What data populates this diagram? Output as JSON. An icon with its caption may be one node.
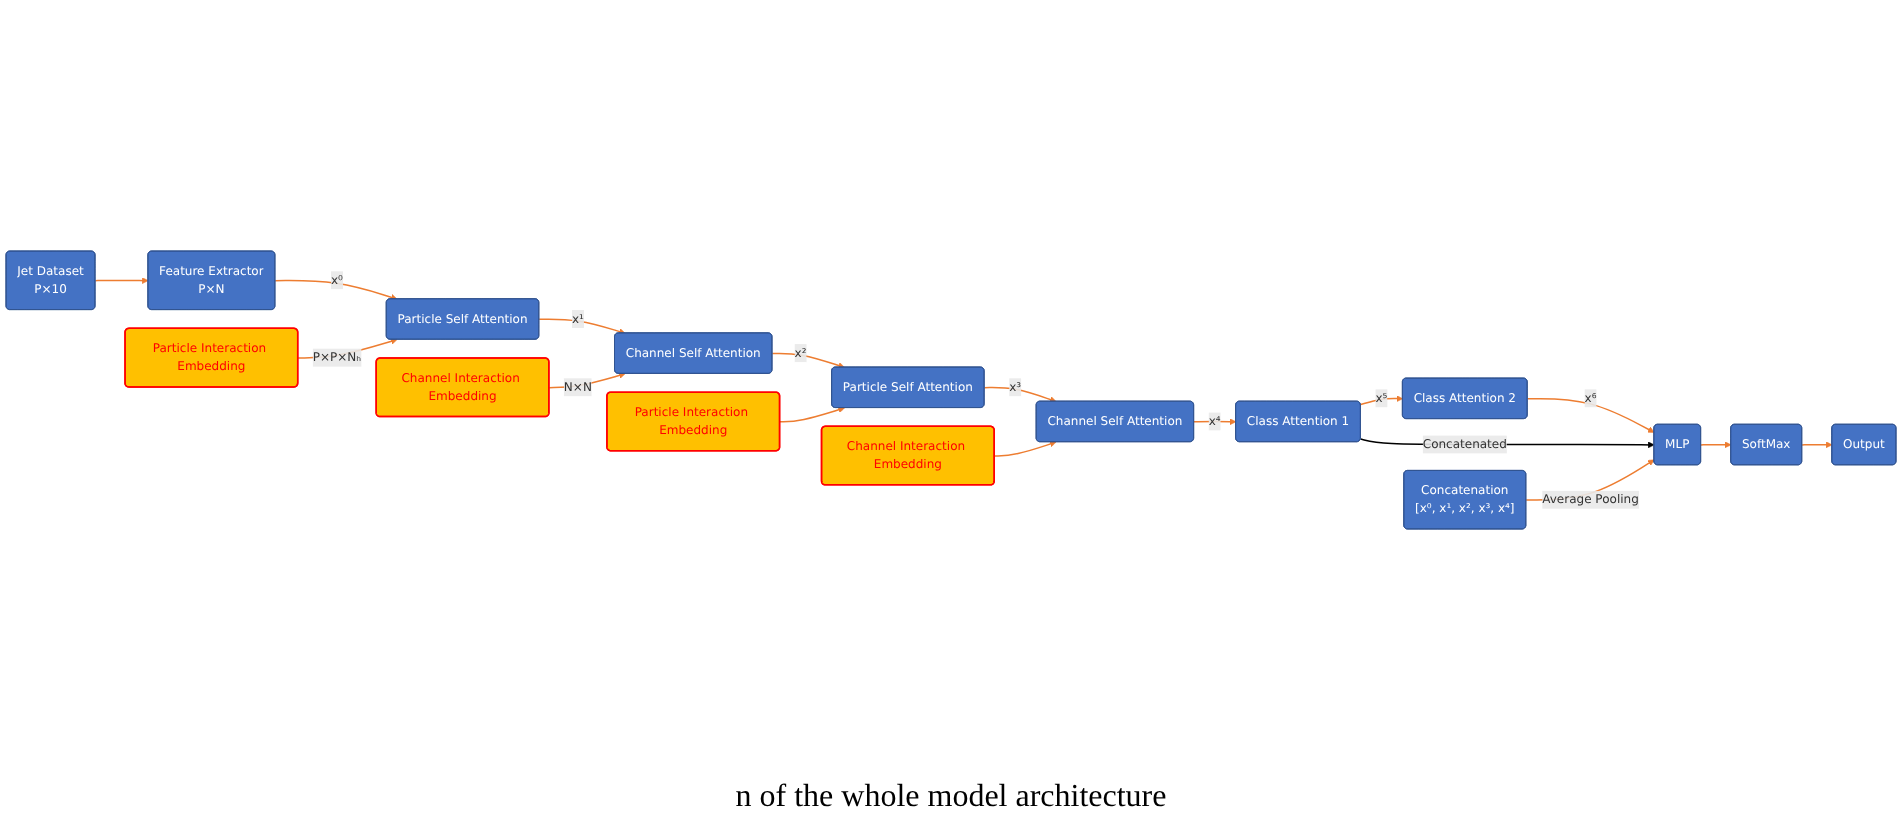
{
  "diagram": {
    "caption": "n of the whole model architecture",
    "nodes": [
      {
        "text": [
          "Particle Interaction Embedding"
        ]
      },
      {
        "text": [
          "Channel Interaction Embedding"
        ]
      },
      {
        "text": [
          "Particle Interaction Embedding"
        ]
      },
      {
        "text": [
          "Channel Interaction Embedding"
        ]
      },
      {
        "text": [
          "Jet Dataset",
          "P×10"
        ]
      },
      {
        "text": [
          "Feature Extractor",
          "P×N"
        ]
      },
      {
        "text": [
          "Particle Self Attention"
        ]
      },
      {
        "text": [
          "Channel Self Attention"
        ]
      },
      {
        "text": [
          "Particle Self Attention"
        ]
      },
      {
        "text": [
          "Channel Self Attention"
        ]
      },
      {
        "text": [
          "Class Attention 1"
        ]
      },
      {
        "text": [
          "Class Attention 2"
        ]
      },
      {
        "text": [
          "Concatenation",
          "[x⁰, x¹, x², x³, x⁴]"
        ]
      },
      {
        "text": [
          "MLP"
        ]
      },
      {
        "text": [
          "SoftMax"
        ]
      },
      {
        "text": [
          "Output"
        ]
      }
    ],
    "edges": [
      {
        "from": 4,
        "to": 5,
        "arrow": "to"
      },
      {
        "from": 5,
        "to": 6,
        "arrow": "to",
        "label": "x⁰"
      },
      {
        "from": 0,
        "to": 6,
        "arrow": "to",
        "label": "P×P×Nₕ"
      },
      {
        "from": 6,
        "to": 7,
        "arrow": "to",
        "label": "x¹"
      },
      {
        "from": 1,
        "to": 7,
        "arrow": "to",
        "label": "N×N"
      },
      {
        "from": 7,
        "to": 8,
        "arrow": "to",
        "label": "x²"
      },
      {
        "from": 2,
        "to": 8,
        "arrow": "to"
      },
      {
        "from": 8,
        "to": 9,
        "arrow": "to",
        "label": "x³"
      },
      {
        "from": 3,
        "to": 9,
        "arrow": "to"
      },
      {
        "from": 9,
        "to": 10,
        "arrow": "to",
        "label": "x⁴"
      },
      {
        "from": 10,
        "to": 11,
        "arrow": "to",
        "label": "x⁵"
      },
      {
        "from": 11,
        "to": 13,
        "arrow": "to",
        "label": "x⁶"
      },
      {
        "from": 10,
        "to": 13,
        "arrow": "to",
        "label": "Concatenated",
        "color": "#000000"
      },
      {
        "from": 12,
        "to": 13,
        "arrow": "to",
        "label": "Average Pooling"
      },
      {
        "from": 13,
        "to": 14,
        "arrow": "to"
      },
      {
        "from": 14,
        "to": 15,
        "arrow": "to"
      }
    ]
  }
}
